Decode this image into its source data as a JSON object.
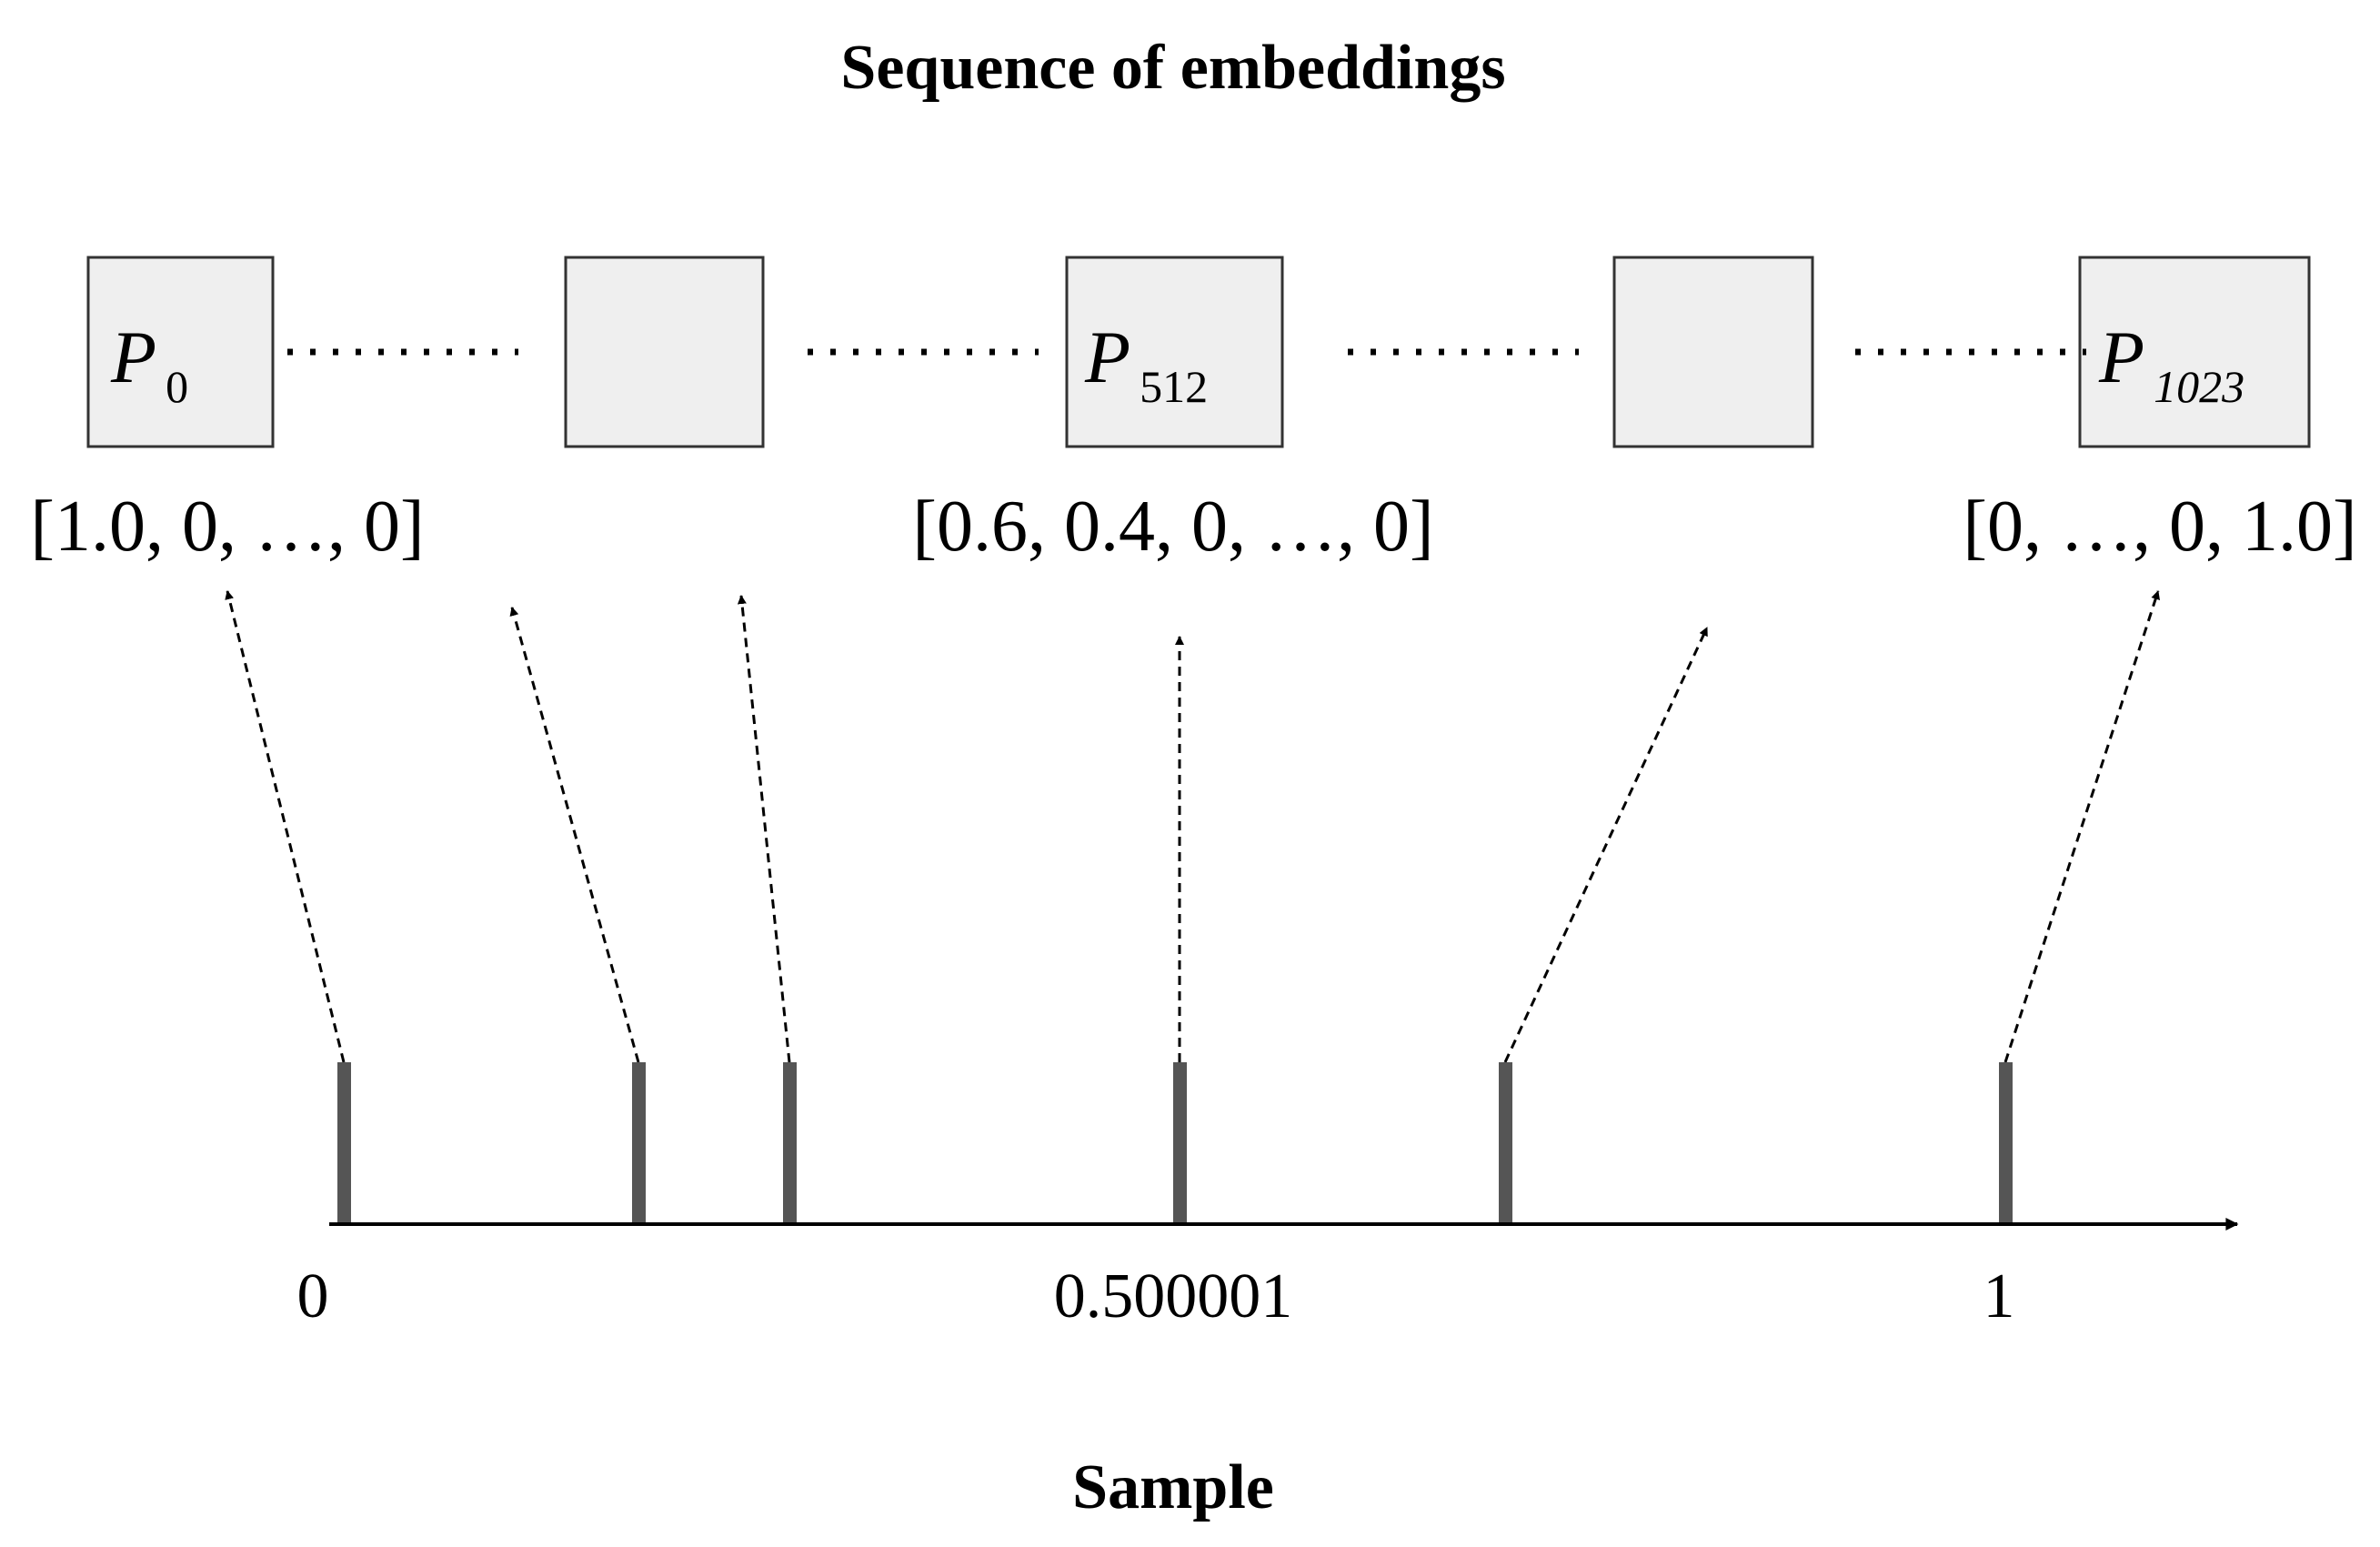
{
  "title": "Sequence of embeddings",
  "xlabel": "Sample",
  "colors": {
    "box_fill": "#efefef",
    "box_stroke": "#333333",
    "bar_fill": "#555555",
    "line": "#000000"
  },
  "embeddings": [
    {
      "letter": "P",
      "subscript": "0",
      "vector": "[1.0, 0, …, 0]"
    },
    {
      "letter": "",
      "subscript": "",
      "vector": ""
    },
    {
      "letter": "P",
      "subscript": "512",
      "vector": "[0.6, 0.4, 0, …, 0]"
    },
    {
      "letter": "",
      "subscript": "",
      "vector": ""
    },
    {
      "letter": "P",
      "subscript": "1023",
      "vector": "[0, …, 0, 1.0]"
    }
  ],
  "connector": "........",
  "axis_ticks": [
    "0",
    "0.500001",
    "1"
  ],
  "sample_bars": [
    0,
    0.178,
    0.269,
    0.500001,
    0.696,
    1
  ]
}
